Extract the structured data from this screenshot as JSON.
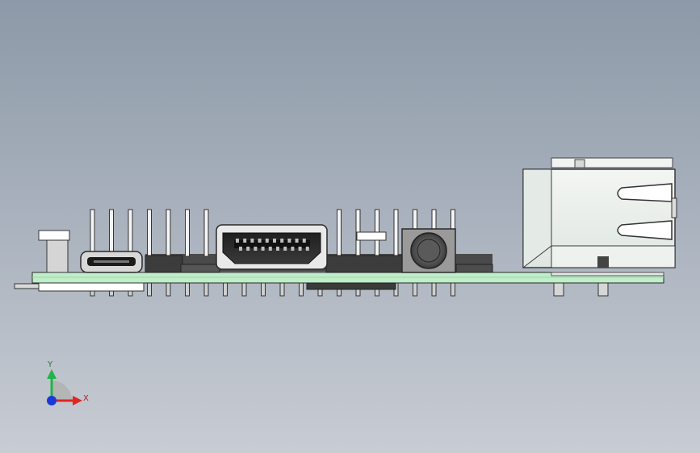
{
  "viewport": {
    "background_top": "#8d99a8",
    "background_bottom": "#c8ccd3"
  },
  "model": {
    "pcb_color": "#bfeec9",
    "pin_color": "#f4f4f4",
    "components": [
      "micro-usb-port",
      "gpio-header",
      "hdmi-port",
      "audio-jack",
      "ethernet-port"
    ]
  },
  "triad": {
    "y_label": "Y",
    "x_label": "X",
    "y_color": "#22b34a",
    "x_color": "#e0261f",
    "z_color": "#1a3ad8"
  }
}
